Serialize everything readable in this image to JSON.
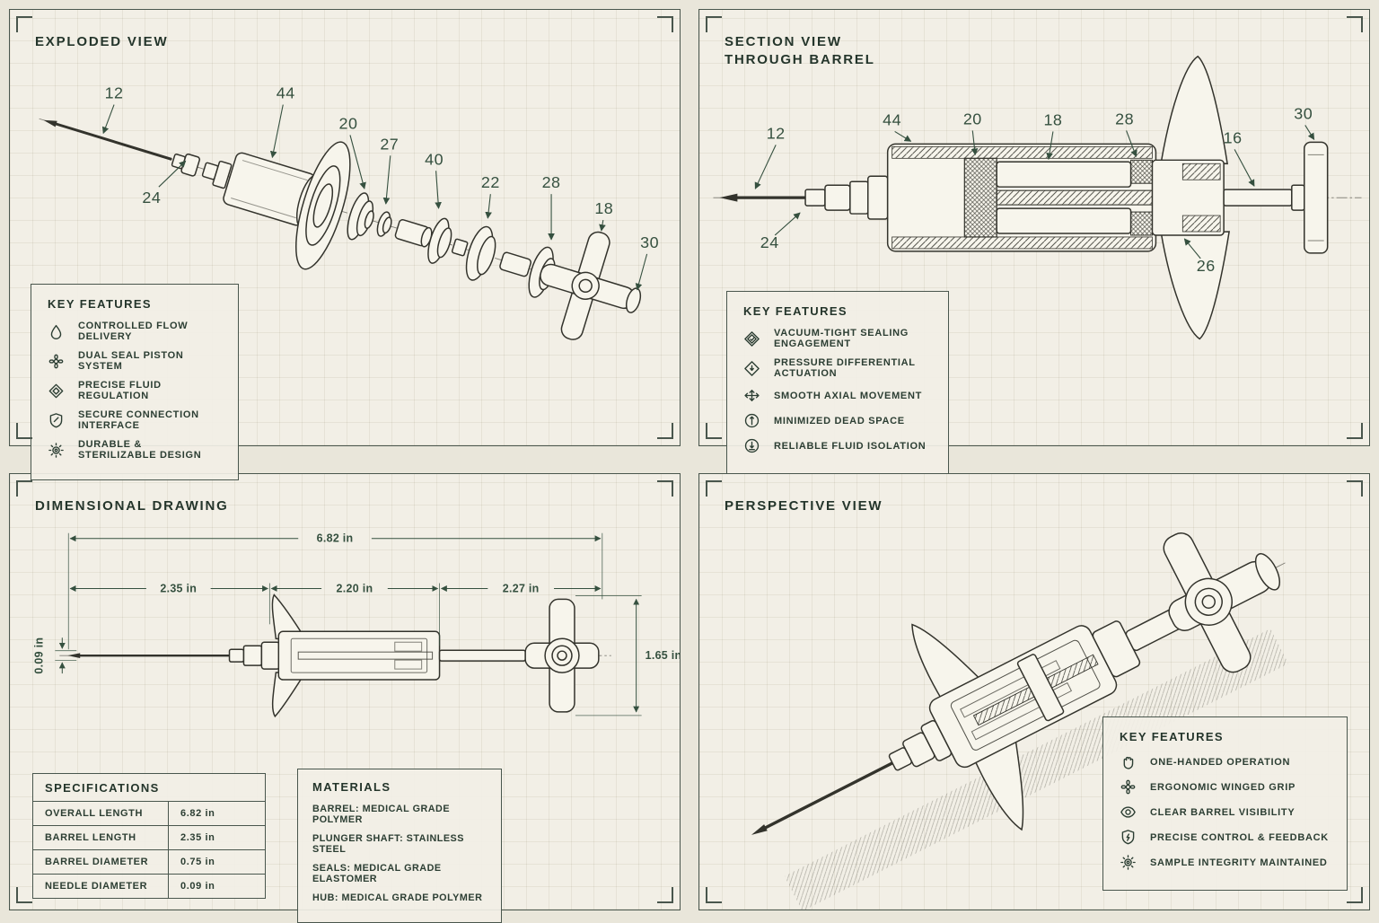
{
  "colors": {
    "paper": "#f2efe6",
    "page_bg": "#e9e6da",
    "ink": "#33332c",
    "accent_green": "#35503f"
  },
  "panels": {
    "exploded": {
      "title": "EXPLODED VIEW",
      "part_labels": [
        "12",
        "44",
        "24",
        "20",
        "27",
        "40",
        "22",
        "28",
        "18",
        "30"
      ],
      "key_features": {
        "heading": "KEY FEATURES",
        "items": [
          {
            "icon": "droplet-icon",
            "label": "CONTROLLED FLOW DELIVERY"
          },
          {
            "icon": "dual-seal-icon",
            "label": "DUAL SEAL PISTON SYSTEM"
          },
          {
            "icon": "diamond-icon",
            "label": "PRECISE FLUID REGULATION"
          },
          {
            "icon": "shield-icon",
            "label": "SECURE CONNECTION INTERFACE"
          },
          {
            "icon": "gear-icon",
            "label": "DURABLE & STERILIZABLE DESIGN"
          }
        ]
      }
    },
    "section": {
      "title_line1": "SECTION VIEW",
      "title_line2": "THROUGH BARREL",
      "part_labels": [
        "12",
        "44",
        "20",
        "18",
        "28",
        "16",
        "30",
        "24",
        "26"
      ],
      "key_features": {
        "heading": "KEY FEATURES",
        "items": [
          {
            "icon": "vacuum-seal-icon",
            "label": "VACUUM-TIGHT SEALING ENGAGEMENT"
          },
          {
            "icon": "pressure-icon",
            "label": "PRESSURE DIFFERENTIAL ACTUATION"
          },
          {
            "icon": "axial-arrows-icon",
            "label": "SMOOTH AXIAL MOVEMENT"
          },
          {
            "icon": "dead-space-icon",
            "label": "MINIMIZED DEAD SPACE"
          },
          {
            "icon": "fluid-isolation-icon",
            "label": "RELIABLE FLUID ISOLATION"
          }
        ]
      }
    },
    "dimensional": {
      "title": "DIMENSIONAL DRAWING",
      "dimensions": {
        "overall": "6.82 in",
        "segment_1": "2.35 in",
        "segment_2": "2.20 in",
        "segment_3": "2.27 in",
        "needle_diameter": "0.09 in",
        "handle_height": "1.65 in"
      },
      "specifications": {
        "heading": "SPECIFICATIONS",
        "rows": [
          {
            "label": "OVERALL LENGTH",
            "value": "6.82 in"
          },
          {
            "label": "BARREL LENGTH",
            "value": "2.35 in"
          },
          {
            "label": "BARREL DIAMETER",
            "value": "0.75 in"
          },
          {
            "label": "NEEDLE DIAMETER",
            "value": "0.09 in"
          }
        ]
      },
      "materials": {
        "heading": "MATERIALS",
        "rows": [
          "BARREL: MEDICAL GRADE POLYMER",
          "PLUNGER SHAFT: STAINLESS STEEL",
          "SEALS: MEDICAL GRADE ELASTOMER",
          "HUB: MEDICAL GRADE POLYMER"
        ]
      }
    },
    "perspective": {
      "title": "PERSPECTIVE VIEW",
      "key_features": {
        "heading": "KEY FEATURES",
        "items": [
          {
            "icon": "hand-icon",
            "label": "ONE-HANDED OPERATION"
          },
          {
            "icon": "winged-grip-icon",
            "label": "ERGONOMIC WINGED GRIP"
          },
          {
            "icon": "eye-icon",
            "label": "CLEAR BARREL VISIBILITY"
          },
          {
            "icon": "shield-feedback-icon",
            "label": "PRECISE CONTROL & FEEDBACK"
          },
          {
            "icon": "gear-icon",
            "label": "SAMPLE INTEGRITY MAINTAINED"
          }
        ]
      }
    }
  }
}
